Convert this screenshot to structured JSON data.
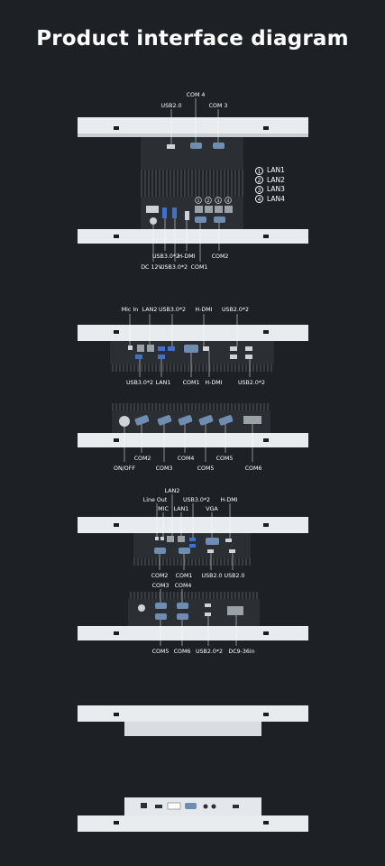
{
  "title": "Product interface diagram",
  "colors": {
    "background": "#1d2024",
    "frame": "#e9ecef",
    "box": "#2b2e32",
    "port": "#6f8db0",
    "usb": "#3f71c9"
  },
  "legend": [
    {
      "num": "1",
      "label": "LAN1"
    },
    {
      "num": "2",
      "label": "LAN2"
    },
    {
      "num": "3",
      "label": "LAN3"
    },
    {
      "num": "4",
      "label": "LAN4"
    }
  ],
  "section1": {
    "top_labels": {
      "com4": "COM 4",
      "usb20": "USB2.0",
      "com3": "COM 3"
    },
    "bottom_labels": {
      "usb30_a": "USB3.0*2",
      "hdmi": "H-DMI",
      "com2": "COM2",
      "dc12v": "DC 12V",
      "usb30_b": "USB3.0*2",
      "com1": "COM1"
    },
    "port_numbers": [
      "1",
      "2",
      "3",
      "4"
    ]
  },
  "section2": {
    "top_labels": {
      "mic_in": "Mic In",
      "lan2": "LAN2",
      "usb30": "USB3.0*2",
      "hdmi": "H-DMI",
      "usb20": "USB2.0*2"
    },
    "bottom_labels": {
      "usb30": "USB3.0*2",
      "lan1": "LAN1",
      "com1": "COM1",
      "hdmi": "H-DMI",
      "usb20": "USB2.0*2"
    }
  },
  "section3": {
    "bottom_row1": {
      "com2": "COM2",
      "com4": "COM4",
      "com5": "COM5"
    },
    "bottom_row2": {
      "onoff": "ON/OFF",
      "com3": "COM3",
      "com5": "COM5",
      "com6": "COM6"
    }
  },
  "section4": {
    "top_labels": {
      "lan2": "LAN2",
      "line_out": "Line Out",
      "usb30": "USB3.0*2",
      "hdmi": "H-DMI",
      "mic": "MIC",
      "lan1": "LAN1",
      "vga": "VGA"
    },
    "bottom_labels": {
      "com2": "COM2",
      "com1": "COM1",
      "usb20_a": "USB2.0",
      "usb20_b": "USB2.0"
    }
  },
  "section5": {
    "top_labels": {
      "com3": "COM3",
      "com4": "COM4"
    },
    "bottom_labels": {
      "com5": "COM5",
      "com6": "COM6",
      "usb20": "USB2.0*2",
      "dc": "DC9-36in"
    }
  }
}
